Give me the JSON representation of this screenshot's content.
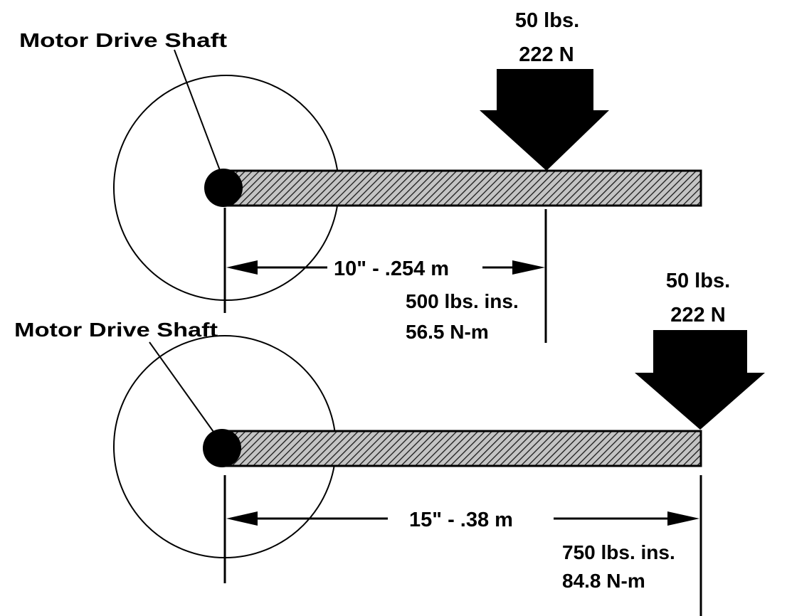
{
  "colors": {
    "ink": "#000000",
    "background": "#ffffff",
    "shaft_fill": "#b0b0b0"
  },
  "diagrams": [
    {
      "shaft_label": "Motor Drive Shaft",
      "force_lbs": "50 lbs.",
      "force_n": "222 N",
      "distance_label": "10\" - .254 m",
      "torque_lbs": "500 lbs. ins.",
      "torque_nm": "56.5 N-m"
    },
    {
      "shaft_label": "Motor Drive Shaft",
      "force_lbs": "50 lbs.",
      "force_n": "222 N",
      "distance_label": "15\" - .38 m",
      "torque_lbs": "750 lbs. ins.",
      "torque_nm": "84.8 N-m"
    }
  ]
}
